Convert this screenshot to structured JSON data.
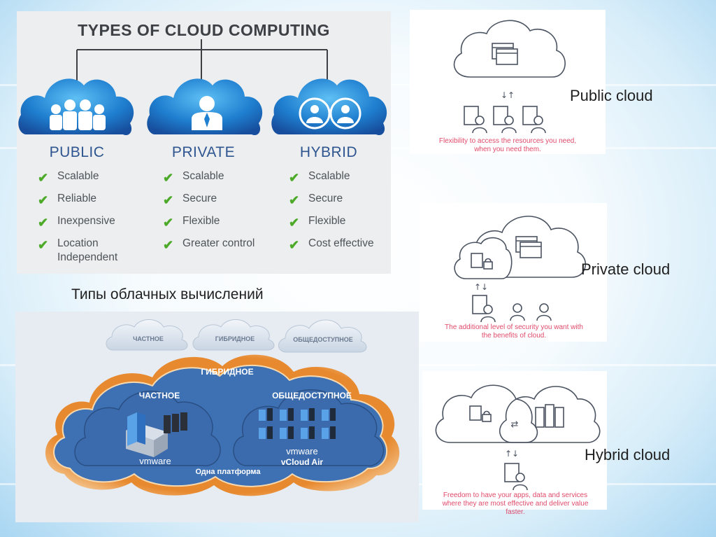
{
  "types_panel": {
    "title": "TYPES OF CLOUD COMPUTING",
    "columns": [
      {
        "name": "PUBLIC",
        "features": [
          "Scalable",
          "Reliable",
          "Inexpensive",
          "Location Independent"
        ]
      },
      {
        "name": "PRIVATE",
        "features": [
          "Scalable",
          "Secure",
          "Flexible",
          "Greater control"
        ]
      },
      {
        "name": "HYBRID",
        "features": [
          "Scalable",
          "Secure",
          "Flexible",
          "Cost effective"
        ]
      }
    ]
  },
  "caption_ru": "Типы облачных вычислений",
  "vmware_panel": {
    "top_clouds": [
      "ЧАСТНОЕ",
      "ГИБРИДНОЕ",
      "ОБЩЕДОСТУПНОЕ"
    ],
    "hybrid_label": "ГИБРИДНОЕ",
    "private_label": "ЧАСТНОЕ",
    "public_label": "ОБЩЕДОСТУПНОЕ",
    "vmware_logo": "vmware",
    "vcloud_label": "vCloud Air",
    "platform_label": "Одна платформа"
  },
  "right_panels": {
    "public": {
      "caption": "Flexibility to access the resources you need, when you need them.",
      "label": "Public cloud",
      "arrows": "↓↑"
    },
    "private": {
      "caption": "The additional level of security you want with the benefits of cloud.",
      "label": "Private cloud",
      "arrows": "↑↓"
    },
    "hybrid": {
      "caption": "Freedom to have your apps, data and services where they are most effective and deliver value faster.",
      "label": "Hybrid cloud",
      "arrows": "↑↓",
      "swap": "⇄"
    }
  },
  "colors": {
    "cloud_blue": "#1f7fd0",
    "check_green": "#4caa28",
    "accent_pink": "#e04a6a",
    "hybrid_orange": "#e7892f"
  }
}
